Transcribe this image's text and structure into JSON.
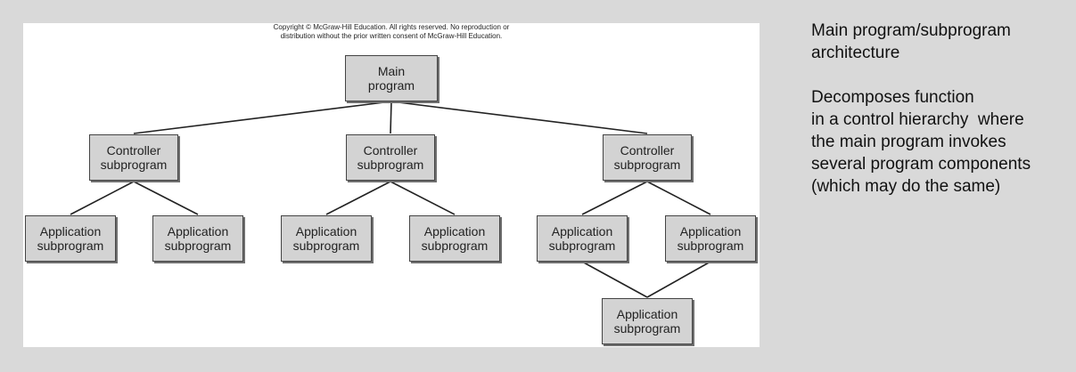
{
  "copyright": {
    "line1": "Copyright © McGraw-Hill Education. All rights reserved. No reproduction or",
    "line2": "distribution without the prior written consent of McGraw-Hill Education."
  },
  "nodes": {
    "main": [
      "Main",
      "program"
    ],
    "controller": [
      "Controller",
      "subprogram"
    ],
    "application": [
      "Application",
      "subprogram"
    ]
  },
  "side": {
    "title_lines": [
      "Main program/subprogram",
      "architecture"
    ],
    "body_lines": [
      "Decomposes function",
      "in a control hierarchy  where",
      "the main program invokes",
      "several program components",
      "(which may do the same)"
    ]
  }
}
